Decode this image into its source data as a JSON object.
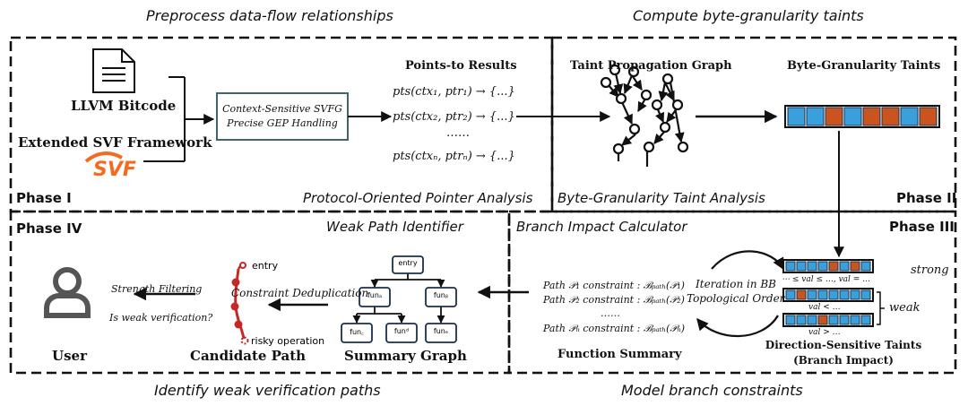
{
  "captions": {
    "top_left": "Preprocess data-flow relationships",
    "top_right": "Compute byte-granularity taints",
    "bottom_left": "Identify weak verification paths",
    "bottom_right": "Model branch constraints"
  },
  "phases": {
    "p1": "Phase I",
    "p2": "Phase II",
    "p3": "Phase III",
    "p4": "Phase IV"
  },
  "phase1": {
    "llvm_label": "LLVM Bitcode",
    "svf_label": "Extended SVF Framework",
    "svf_logo": "SVF",
    "box_line1": "Context-Sensitive SVFG",
    "box_line2": "Precise GEP Handling",
    "pts_title": "Points-to Results",
    "pts_lines": [
      "pts(ctx₁, ptr₁) → {...}",
      "pts(ctx₂, ptr₂) → {...}",
      "……",
      "pts(ctxₙ, ptrₙ) → {...}"
    ],
    "module_label": "Protocol-Oriented Pointer Analysis"
  },
  "phase2": {
    "graph_title": "Taint Propagation Graph",
    "taints_title": "Byte-Granularity Taints",
    "module_label": "Byte-Granularity Taint Analysis",
    "byte_colors": [
      "#3aa0dc",
      "#3aa0dc",
      "#c9541f",
      "#3aa0dc",
      "#c9541f",
      "#c9541f",
      "#3aa0dc",
      "#c9541f"
    ]
  },
  "phase3": {
    "module_label": "Branch Impact Calculator",
    "constraints": [
      "Path 𝒫₁ constraint : ℬₚₐₜₕ(𝒫₁)",
      "Path 𝒫₂ constraint : ℬₚₐₜₕ(𝒫₂)",
      "……",
      "Path 𝒫ₙ constraint : ℬₚₐₜₕ(𝒫ₙ)"
    ],
    "iter1": "Iteration in BB",
    "iter2": "Topological Order",
    "function_summary": "Function Summary",
    "strong": "strong",
    "weak": "weak",
    "cond1": "⋯ ≤ val ≤ …, val = …",
    "cond2": "val < …",
    "cond3": "val > …",
    "dst_line1": "Direction-Sensitive Taints",
    "dst_line2": "(Branch Impact)"
  },
  "phase4": {
    "module_label": "Weak Path Identifier",
    "user_label": "User",
    "filter1": "Strength Filtering",
    "filter2": "Is weak verification?",
    "dedup": "Constraint Deduplication",
    "entry": "entry",
    "risky": "risky operation",
    "candidate": "Candidate Path",
    "summary_graph": "Summary Graph",
    "sg_entry": "entry",
    "sg_fun_a": "funₐ",
    "sg_fun_b": "funᵦ",
    "sg_fun_c": "fun꜀",
    "sg_fun_d": "funᵈ",
    "sg_fun_e": "funₑ"
  },
  "colors": {
    "blue": "#3aa0dc",
    "orange": "#c9541f",
    "red": "#c62828",
    "svf_orange": "#f26b21",
    "box_stroke": "#3d6670"
  }
}
